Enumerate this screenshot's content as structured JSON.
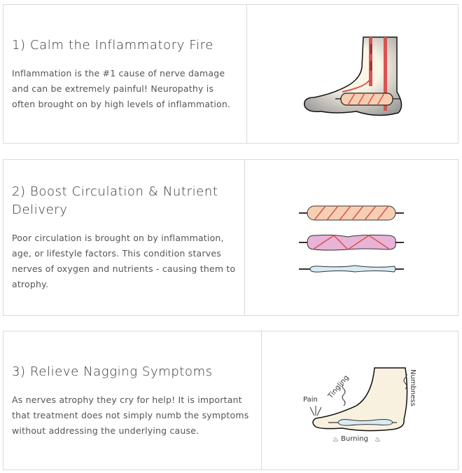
{
  "sections": [
    {
      "title": "1) Calm the Inflammatory Fire",
      "body": "Inflammation is the #1 cause of nerve damage and can be extremely painful! Neuropathy is often brought on by high levels of inflammation."
    },
    {
      "title": " 2) Boost Circulation & Nutrient Delivery",
      "body": "Poor circulation is brought on by inflammation, age, or lifestyle factors. This condition starves nerves of oxygen and nutrients - causing them to atrophy."
    },
    {
      "title": "3) Relieve Nagging Symptoms",
      "body": "As nerves atrophy they cry for help! It is important that treatment does not simply numb the symptoms without addressing the underlying cause.",
      "illustration_labels": {
        "pain": "Pain",
        "tingling": "Tingling",
        "numbness": "Numbness",
        "burning": "Burning"
      }
    }
  ],
  "colors": {
    "nerve_red": "#d9534f",
    "skin": "#f8f1e0",
    "healthy_vessel": "#f6cfb3",
    "inflamed_vessel": "#e7b3d6",
    "atrophied_vessel": "#d7ecf4"
  }
}
